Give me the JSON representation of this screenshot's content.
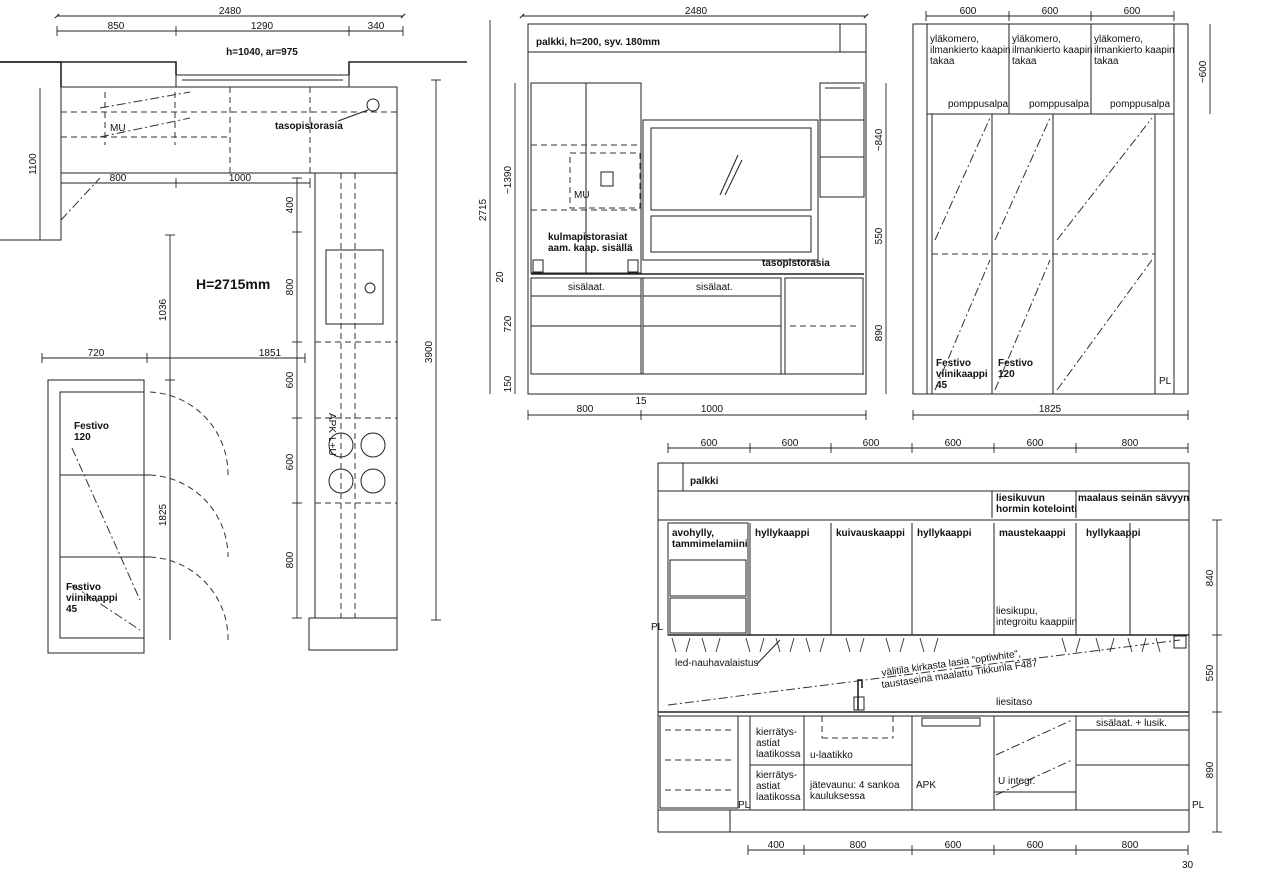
{
  "plan": {
    "top_dims": [
      "2480",
      "850",
      "1290",
      "340"
    ],
    "window_note": "h=1040, ar=975",
    "mu": "MU",
    "socket_label": "tasopistorasia",
    "side_dim_1100": "1100",
    "dims_800_1000": [
      "800",
      "1000"
    ],
    "height_label": "H=2715mm",
    "dim_1036": "1036",
    "dims_720_1851": [
      "720",
      "1851"
    ],
    "right_dims": [
      "400",
      "800",
      "600",
      "600",
      "800"
    ],
    "total_3900": "3900",
    "apk": "APK",
    "lu": "L+U",
    "festivo_120": "Festivo\n120",
    "festivo_45": "Festivo\nviinikaappi\n45",
    "dim_1825": "1825"
  },
  "elevA": {
    "top": "2480",
    "beam": "palkki, h=200, syv. 180mm",
    "h2715": "2715",
    "h1390": "~1390",
    "h20": "20",
    "h720": "720",
    "h150": "150",
    "h840": "~840",
    "h550": "550",
    "h890": "890",
    "mu": "MU",
    "corner_sockets": "kulmapistorasiat\naam. kaap. sisällä",
    "socket": "tasopistorasia",
    "inner1": "sisälaat.",
    "inner2": "sisälaat.",
    "bottom": [
      "800",
      "15",
      "1000"
    ]
  },
  "elevB": {
    "top_dims": [
      "600",
      "600",
      "600"
    ],
    "h600": "~600",
    "upper": "yläkomero,\nilmankierto kaapin\ntakaa",
    "pump": "pomppusalpa",
    "festivo_45": "Festivo\nviinikaappi\n45",
    "festivo_120": "Festivo\n120",
    "pl": "PL",
    "bottom": "1825"
  },
  "elevC": {
    "top_dims": [
      "600",
      "600",
      "600",
      "600",
      "600",
      "800"
    ],
    "beam": "palkki",
    "chimney": "liesikuvun\nhormin kotelointi",
    "paint": "maalaus seinän sävyyn",
    "cabinets": [
      "avohylly,\ntammimelamiini",
      "hyllykaappi",
      "kuivauskaappi",
      "hyllykaappi",
      "maustekaappi",
      "hyllykaappi"
    ],
    "hood": "liesikupu,\nintegroitu kaappiin",
    "pl": "PL",
    "led": "led-nauhavalaistus",
    "glass1": "välitila kirkasta lasia \"optiwhite\",",
    "glass2": "taustaseinä maalattu Tikkurila F487",
    "stove": "liesitaso",
    "inner": "sisälaat. + lusik.",
    "recycle": "kierrätys-\nastiat\nlaatikossa",
    "u_drawer": "u-laatikko",
    "waste": "jätevaunu: 4 sankoa\nkauluksessa",
    "apk": "APK",
    "u_integr": "U integr.",
    "h840": "840",
    "h550": "550",
    "h890": "890",
    "bottom_dims": [
      "400",
      "800",
      "600",
      "600",
      "800"
    ],
    "dim_30": "30"
  }
}
